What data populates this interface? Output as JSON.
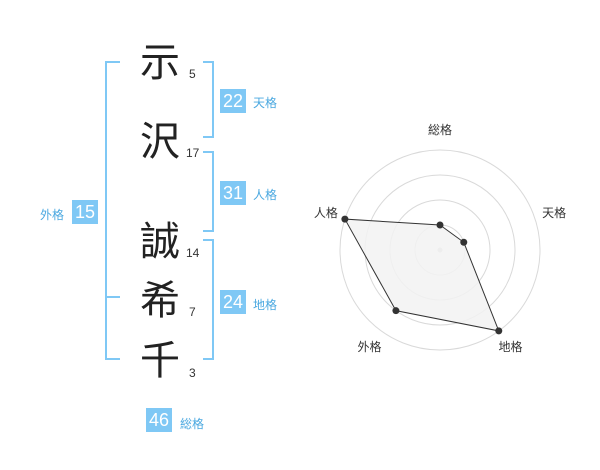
{
  "name": {
    "chars": [
      {
        "kanji": "示",
        "strokes": "5"
      },
      {
        "kanji": "沢",
        "strokes": "17"
      },
      {
        "kanji": "誠",
        "strokes": "14"
      },
      {
        "kanji": "希",
        "strokes": "7"
      },
      {
        "kanji": "千",
        "strokes": "3"
      }
    ]
  },
  "fortunes": {
    "tenkaku": {
      "value": "22",
      "label": "天格"
    },
    "jinkaku": {
      "value": "31",
      "label": "人格"
    },
    "chikaku": {
      "value": "24",
      "label": "地格"
    },
    "gaikaku": {
      "value": "15",
      "label": "外格"
    },
    "soukaku": {
      "value": "46",
      "label": "総格"
    }
  },
  "chart_data": {
    "type": "radar",
    "axes": [
      "総格",
      "天格",
      "地格",
      "外格",
      "人格"
    ],
    "values": [
      1,
      1,
      4,
      3,
      4
    ],
    "max": 4,
    "rings": 4,
    "colors": {
      "fill": "#f2f2f2",
      "stroke": "#333333",
      "grid": "#d9d9d9",
      "point": "#333333"
    }
  },
  "colors": {
    "accent": "#7fc8f5",
    "bracket": "#7fc8f5",
    "label": "#4aa8e0"
  }
}
